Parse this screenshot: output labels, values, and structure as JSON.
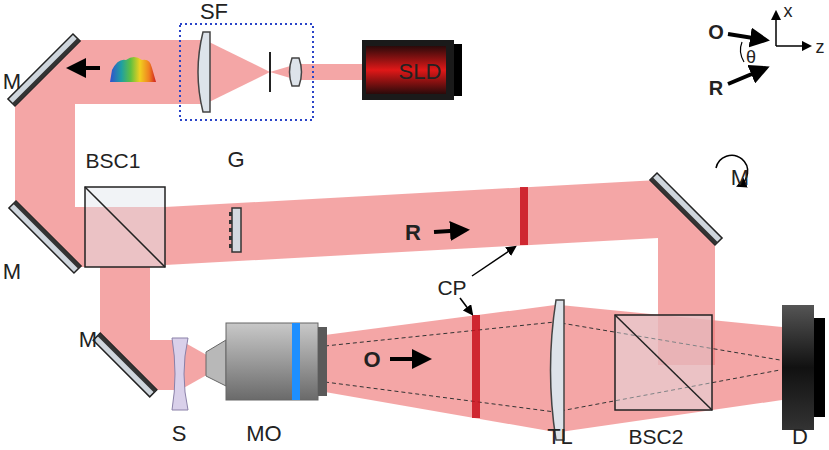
{
  "diagram": {
    "labels": [
      "SF",
      "SLD",
      "M",
      "M",
      "BSC1",
      "G",
      "R",
      "M",
      "CP",
      "M",
      "S",
      "MO",
      "O",
      "TL",
      "BSC2",
      "D",
      "x",
      "O",
      "z",
      "θ",
      "R"
    ]
  }
}
